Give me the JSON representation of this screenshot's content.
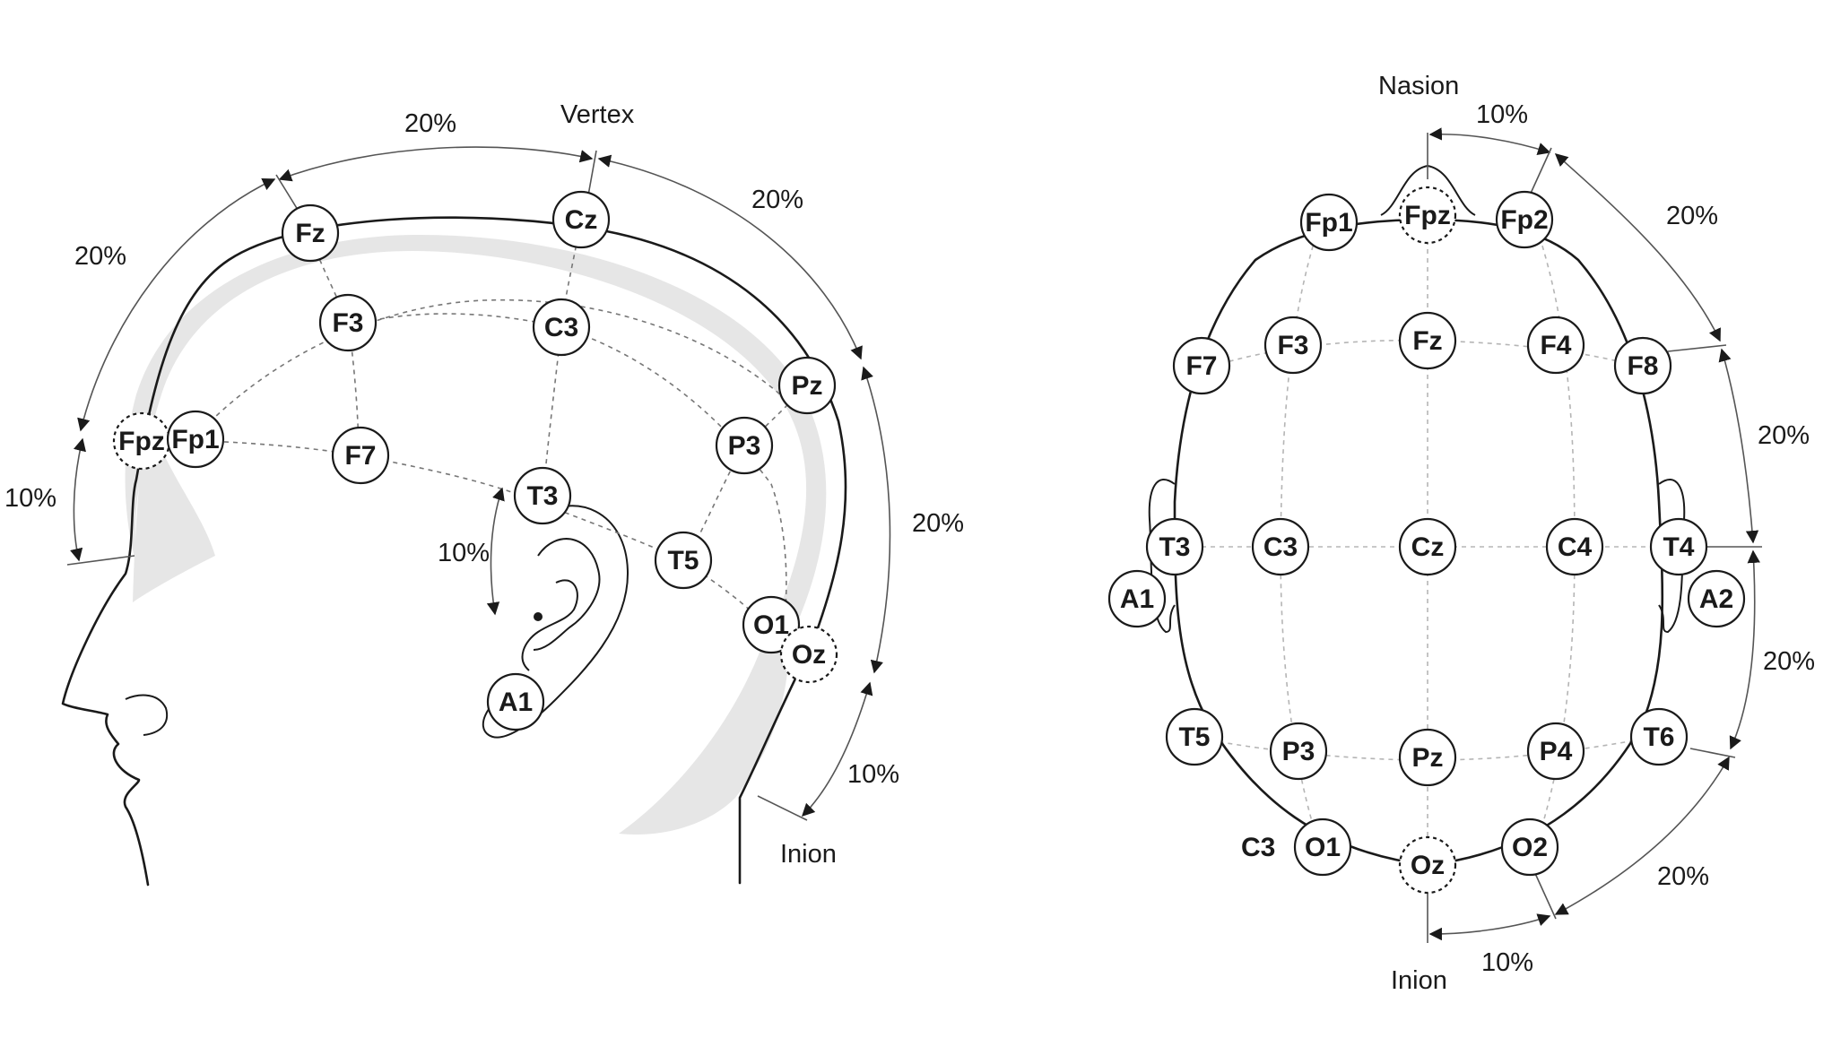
{
  "side_view": {
    "electrodes": [
      {
        "label": "Fz",
        "dashed": false
      },
      {
        "label": "Cz",
        "dashed": false
      },
      {
        "label": "F3",
        "dashed": false
      },
      {
        "label": "C3",
        "dashed": false
      },
      {
        "label": "Pz",
        "dashed": false
      },
      {
        "label": "Fpz",
        "dashed": true
      },
      {
        "label": "Fp1",
        "dashed": false
      },
      {
        "label": "F7",
        "dashed": false
      },
      {
        "label": "P3",
        "dashed": false
      },
      {
        "label": "T3",
        "dashed": false
      },
      {
        "label": "T5",
        "dashed": false
      },
      {
        "label": "O1",
        "dashed": false
      },
      {
        "label": "Oz",
        "dashed": true
      },
      {
        "label": "A1",
        "dashed": false
      }
    ],
    "landmarks": {
      "vertex": "Vertex",
      "inion": "Inion"
    },
    "percentages": [
      "20%",
      "20%",
      "20%",
      "20%",
      "10%",
      "10%",
      "10%"
    ]
  },
  "top_view": {
    "electrodes": [
      {
        "label": "Fpz",
        "dashed": true
      },
      {
        "label": "Fp1",
        "dashed": false
      },
      {
        "label": "Fp2",
        "dashed": false
      },
      {
        "label": "F7",
        "dashed": false
      },
      {
        "label": "F3",
        "dashed": false
      },
      {
        "label": "Fz",
        "dashed": false
      },
      {
        "label": "F4",
        "dashed": false
      },
      {
        "label": "F8",
        "dashed": false
      },
      {
        "label": "T3",
        "dashed": false
      },
      {
        "label": "C3",
        "dashed": false
      },
      {
        "label": "Cz",
        "dashed": false
      },
      {
        "label": "C4",
        "dashed": false
      },
      {
        "label": "T4",
        "dashed": false
      },
      {
        "label": "A1",
        "dashed": false
      },
      {
        "label": "A2",
        "dashed": false
      },
      {
        "label": "T5",
        "dashed": false
      },
      {
        "label": "P3",
        "dashed": false
      },
      {
        "label": "Pz",
        "dashed": false
      },
      {
        "label": "P4",
        "dashed": false
      },
      {
        "label": "T6",
        "dashed": false
      },
      {
        "label": "O1",
        "dashed": false
      },
      {
        "label": "Oz",
        "dashed": true
      },
      {
        "label": "O2",
        "dashed": false
      }
    ],
    "extra_label": "C3",
    "landmarks": {
      "nasion": "Nasion",
      "inion": "Inion"
    },
    "percentages": [
      "10%",
      "20%",
      "20%",
      "20%",
      "20%",
      "10%"
    ]
  }
}
